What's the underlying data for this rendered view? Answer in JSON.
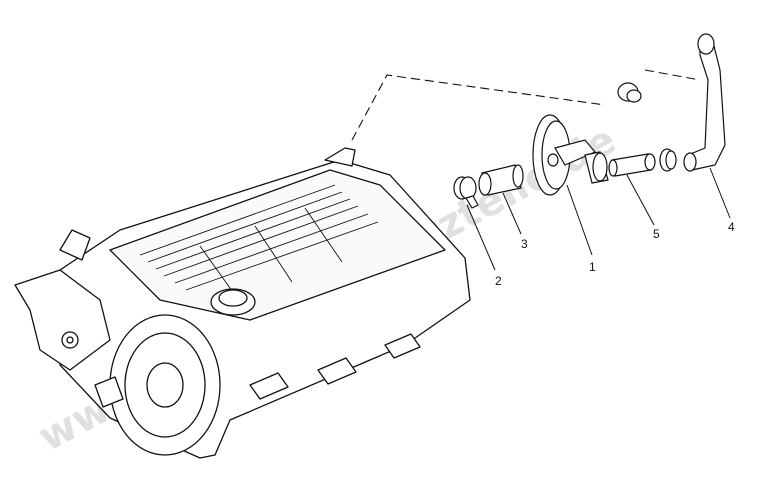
{
  "watermark": "www.motorradersatzteile.de",
  "callouts": [
    {
      "id": "1",
      "text": "1"
    },
    {
      "id": "2",
      "text": "2"
    },
    {
      "id": "3",
      "text": "3"
    },
    {
      "id": "4",
      "text": "4"
    },
    {
      "id": "5",
      "text": "5"
    }
  ],
  "colors": {
    "line": "#111111",
    "watermark": "#c8c8c8",
    "background": "#ffffff"
  }
}
